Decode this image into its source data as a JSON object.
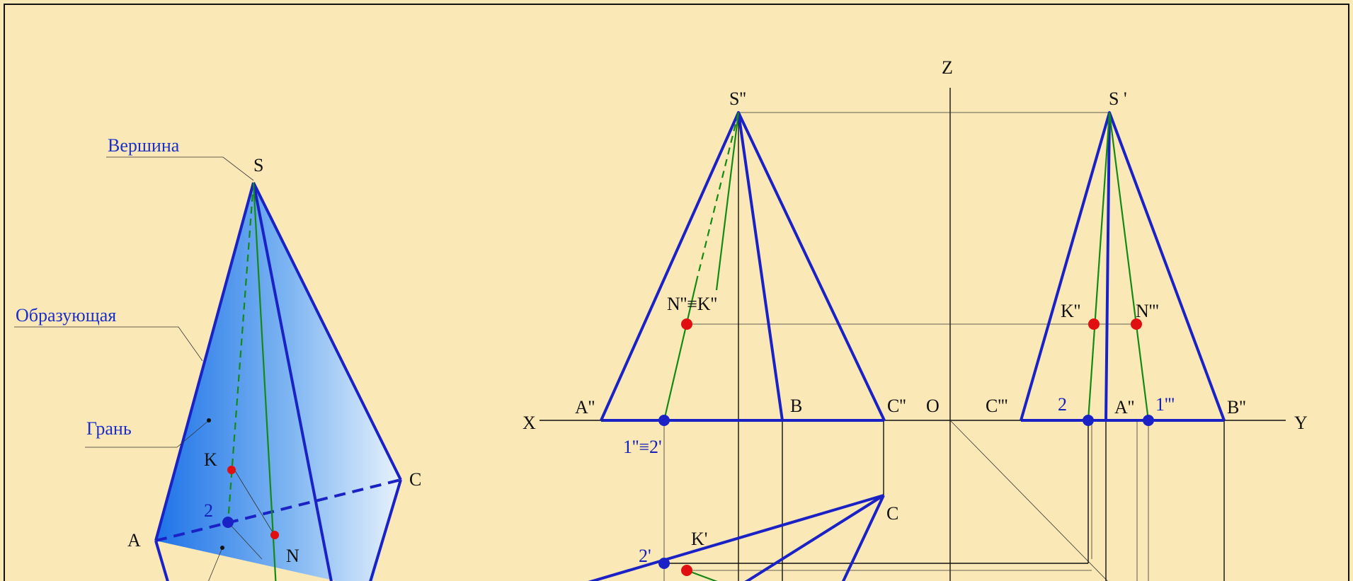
{
  "iso": {
    "labels": {
      "vertex_caption": "Вершина",
      "generatrix_caption": "Образующая",
      "face_caption": "Грань",
      "S": "S",
      "A": "A",
      "C": "C",
      "K": "K",
      "N": "N",
      "two": "2"
    }
  },
  "ortho": {
    "axes": {
      "Z": "Z",
      "X": "X",
      "Y": "Y",
      "O": "O"
    },
    "front": {
      "S2": "S''",
      "A2": "A''",
      "B": "B",
      "C2": "C''",
      "NK": "N''≡K''",
      "p12": "1''≡2'"
    },
    "side": {
      "S1": "S '",
      "K3": "K''",
      "N3": "N'''",
      "C3": "C'''",
      "two": "2",
      "A3": "A''",
      "one3": "1'''",
      "B3": "B''"
    },
    "top": {
      "C": "C",
      "K1": "K'",
      "two1": "2'"
    }
  },
  "colors": {
    "background": "#fbe8b7",
    "edge": "#1a22c6",
    "generatrix": "#138a13",
    "point": "#e01010"
  }
}
